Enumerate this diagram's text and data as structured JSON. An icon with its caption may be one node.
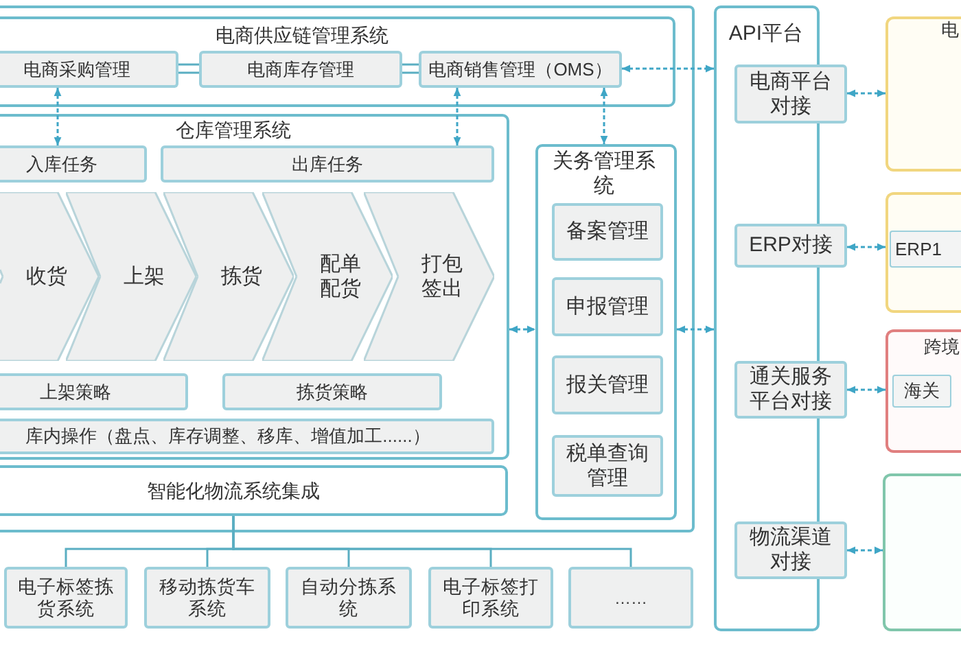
{
  "diagram": {
    "nodes": [
      {
        "text": [],
        "shape": "box"
      },
      {
        "text": [
          "电商供应链管理系统"
        ],
        "in": 0
      },
      {
        "text": [
          "电商采购管理"
        ],
        "in": 1
      },
      {
        "text": [
          "电商库存管理"
        ],
        "in": 1
      },
      {
        "text": [
          "电商销售管理（OMS）"
        ],
        "in": 1
      },
      {
        "text": [
          "仓库管理系统"
        ],
        "in": 0
      },
      {
        "text": [
          "入库任务"
        ],
        "in": 5
      },
      {
        "text": [
          "出库任务"
        ],
        "in": 5
      },
      {
        "text": [
          "收货"
        ],
        "in": 5
      },
      {
        "text": [
          "上架"
        ],
        "in": 5
      },
      {
        "text": [
          "拣货"
        ],
        "in": 5
      },
      {
        "text": [
          "配单配货"
        ],
        "in": 5
      },
      {
        "text": [
          "打包签出"
        ],
        "in": 5
      },
      {
        "text": [
          "上架策略"
        ],
        "in": 5
      },
      {
        "text": [
          "拣货策略"
        ],
        "in": 5
      },
      {
        "text": [
          "库内操作（盘点、库存调整、移库、增值加工......）"
        ],
        "in": 5
      },
      {
        "text": [
          "智能化物流系统集成"
        ],
        "in": 0
      },
      {
        "text": [
          "关务管理系统"
        ],
        "in": 0
      },
      {
        "text": [
          "备案管理"
        ],
        "in": 17
      },
      {
        "text": [
          "申报管理"
        ],
        "in": 17
      },
      {
        "text": [
          "报关管理"
        ],
        "in": 17
      },
      {
        "text": [
          "税单查询管理"
        ],
        "in": 17
      },
      {
        "text": [
          "电子标签拣货系统"
        ]
      },
      {
        "text": [
          "移动拣货车系统"
        ]
      },
      {
        "text": [
          "自动分拣系统"
        ]
      },
      {
        "text": [
          "电子标签打印系统"
        ]
      },
      {
        "text": [
          "……"
        ]
      },
      {
        "text": [
          "API平台"
        ]
      },
      {
        "text": [
          "电商平台对接"
        ]
      },
      {
        "text": [
          "ERP对接"
        ]
      },
      {
        "text": [
          "通关服务平台对接"
        ]
      },
      {
        "text": [
          "物流渠道对接"
        ]
      },
      {
        "text": [
          "电"
        ]
      },
      {
        "text": [],
        "shape": "box"
      },
      {
        "text": [
          "ERP1"
        ],
        "in": 33
      },
      {
        "text": [
          "跨境"
        ]
      },
      {
        "text": [
          "海关"
        ],
        "in": 35
      },
      {
        "text": [],
        "shape": "box"
      }
    ],
    "edges": [
      {
        "from": 2,
        "to": 3,
        "arrow": "none"
      },
      {
        "from": 3,
        "to": 4,
        "arrow": "none"
      },
      {
        "from": 4,
        "to": 27,
        "arrow": "both",
        "style": "dashed"
      },
      {
        "from": 2,
        "to": 6,
        "arrow": "both",
        "style": "dashed"
      },
      {
        "from": 4,
        "to": 7,
        "arrow": "both",
        "style": "dashed"
      },
      {
        "from": 4,
        "to": 17,
        "arrow": "both",
        "style": "dashed"
      },
      {
        "from": 5,
        "to": 17,
        "arrow": "both",
        "style": "dashed"
      },
      {
        "from": 17,
        "to": 27,
        "arrow": "both",
        "style": "dashed"
      },
      {
        "from": 16,
        "to": 22,
        "arrow": "none"
      },
      {
        "from": 16,
        "to": 23,
        "arrow": "none"
      },
      {
        "from": 16,
        "to": 24,
        "arrow": "none"
      },
      {
        "from": 16,
        "to": 25,
        "arrow": "none"
      },
      {
        "from": 16,
        "to": 26,
        "arrow": "none"
      },
      {
        "from": 28,
        "to": 32,
        "arrow": "both",
        "style": "dashed"
      },
      {
        "from": 29,
        "to": 33,
        "arrow": "both",
        "style": "dashed"
      },
      {
        "from": 30,
        "to": 35,
        "arrow": "both",
        "style": "dashed"
      },
      {
        "from": 31,
        "to": 37,
        "arrow": "both",
        "style": "dashed"
      }
    ]
  }
}
